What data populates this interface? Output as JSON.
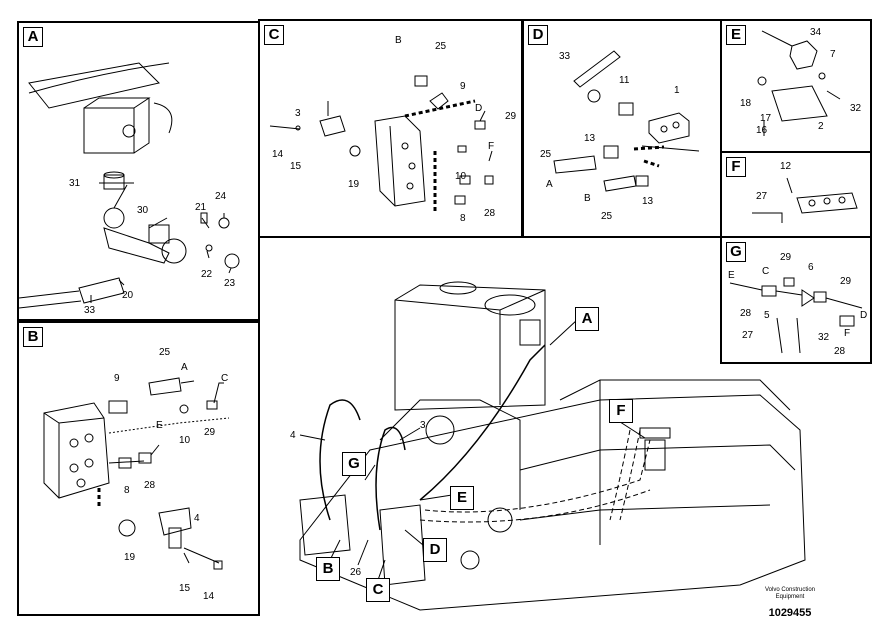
{
  "panels": {
    "A": {
      "tag": "A",
      "labels": [
        "31",
        "30",
        "21",
        "24",
        "22",
        "23",
        "20",
        "33"
      ]
    },
    "B": {
      "tag": "B",
      "labels": [
        "25",
        "A",
        "9",
        "C",
        "10",
        "29",
        "E",
        "8",
        "28",
        "4",
        "19",
        "15",
        "14"
      ]
    },
    "C": {
      "tag": "C",
      "labels": [
        "B",
        "25",
        "9",
        "3",
        "D",
        "29",
        "14",
        "15",
        "19",
        "10",
        "F",
        "8",
        "28"
      ]
    },
    "D": {
      "tag": "D",
      "labels": [
        "33",
        "11",
        "1",
        "13",
        "25",
        "A",
        "B",
        "13",
        "25"
      ]
    },
    "E": {
      "tag": "E",
      "labels": [
        "34",
        "7",
        "18",
        "32",
        "17",
        "2",
        "16"
      ]
    },
    "F": {
      "tag": "F",
      "labels": [
        "12",
        "27"
      ]
    },
    "G": {
      "tag": "G",
      "labels": [
        "29",
        "C",
        "6",
        "29",
        "E",
        "28",
        "5",
        "D",
        "27",
        "32",
        "F",
        "28"
      ]
    }
  },
  "main": {
    "callouts": [
      "A",
      "F",
      "G",
      "E",
      "D",
      "B",
      "C"
    ],
    "labels": [
      "4",
      "3",
      "26"
    ]
  },
  "footer": {
    "company_line1": "Volvo Construction",
    "company_line2": "Equipment",
    "doc_number": "1029455"
  }
}
